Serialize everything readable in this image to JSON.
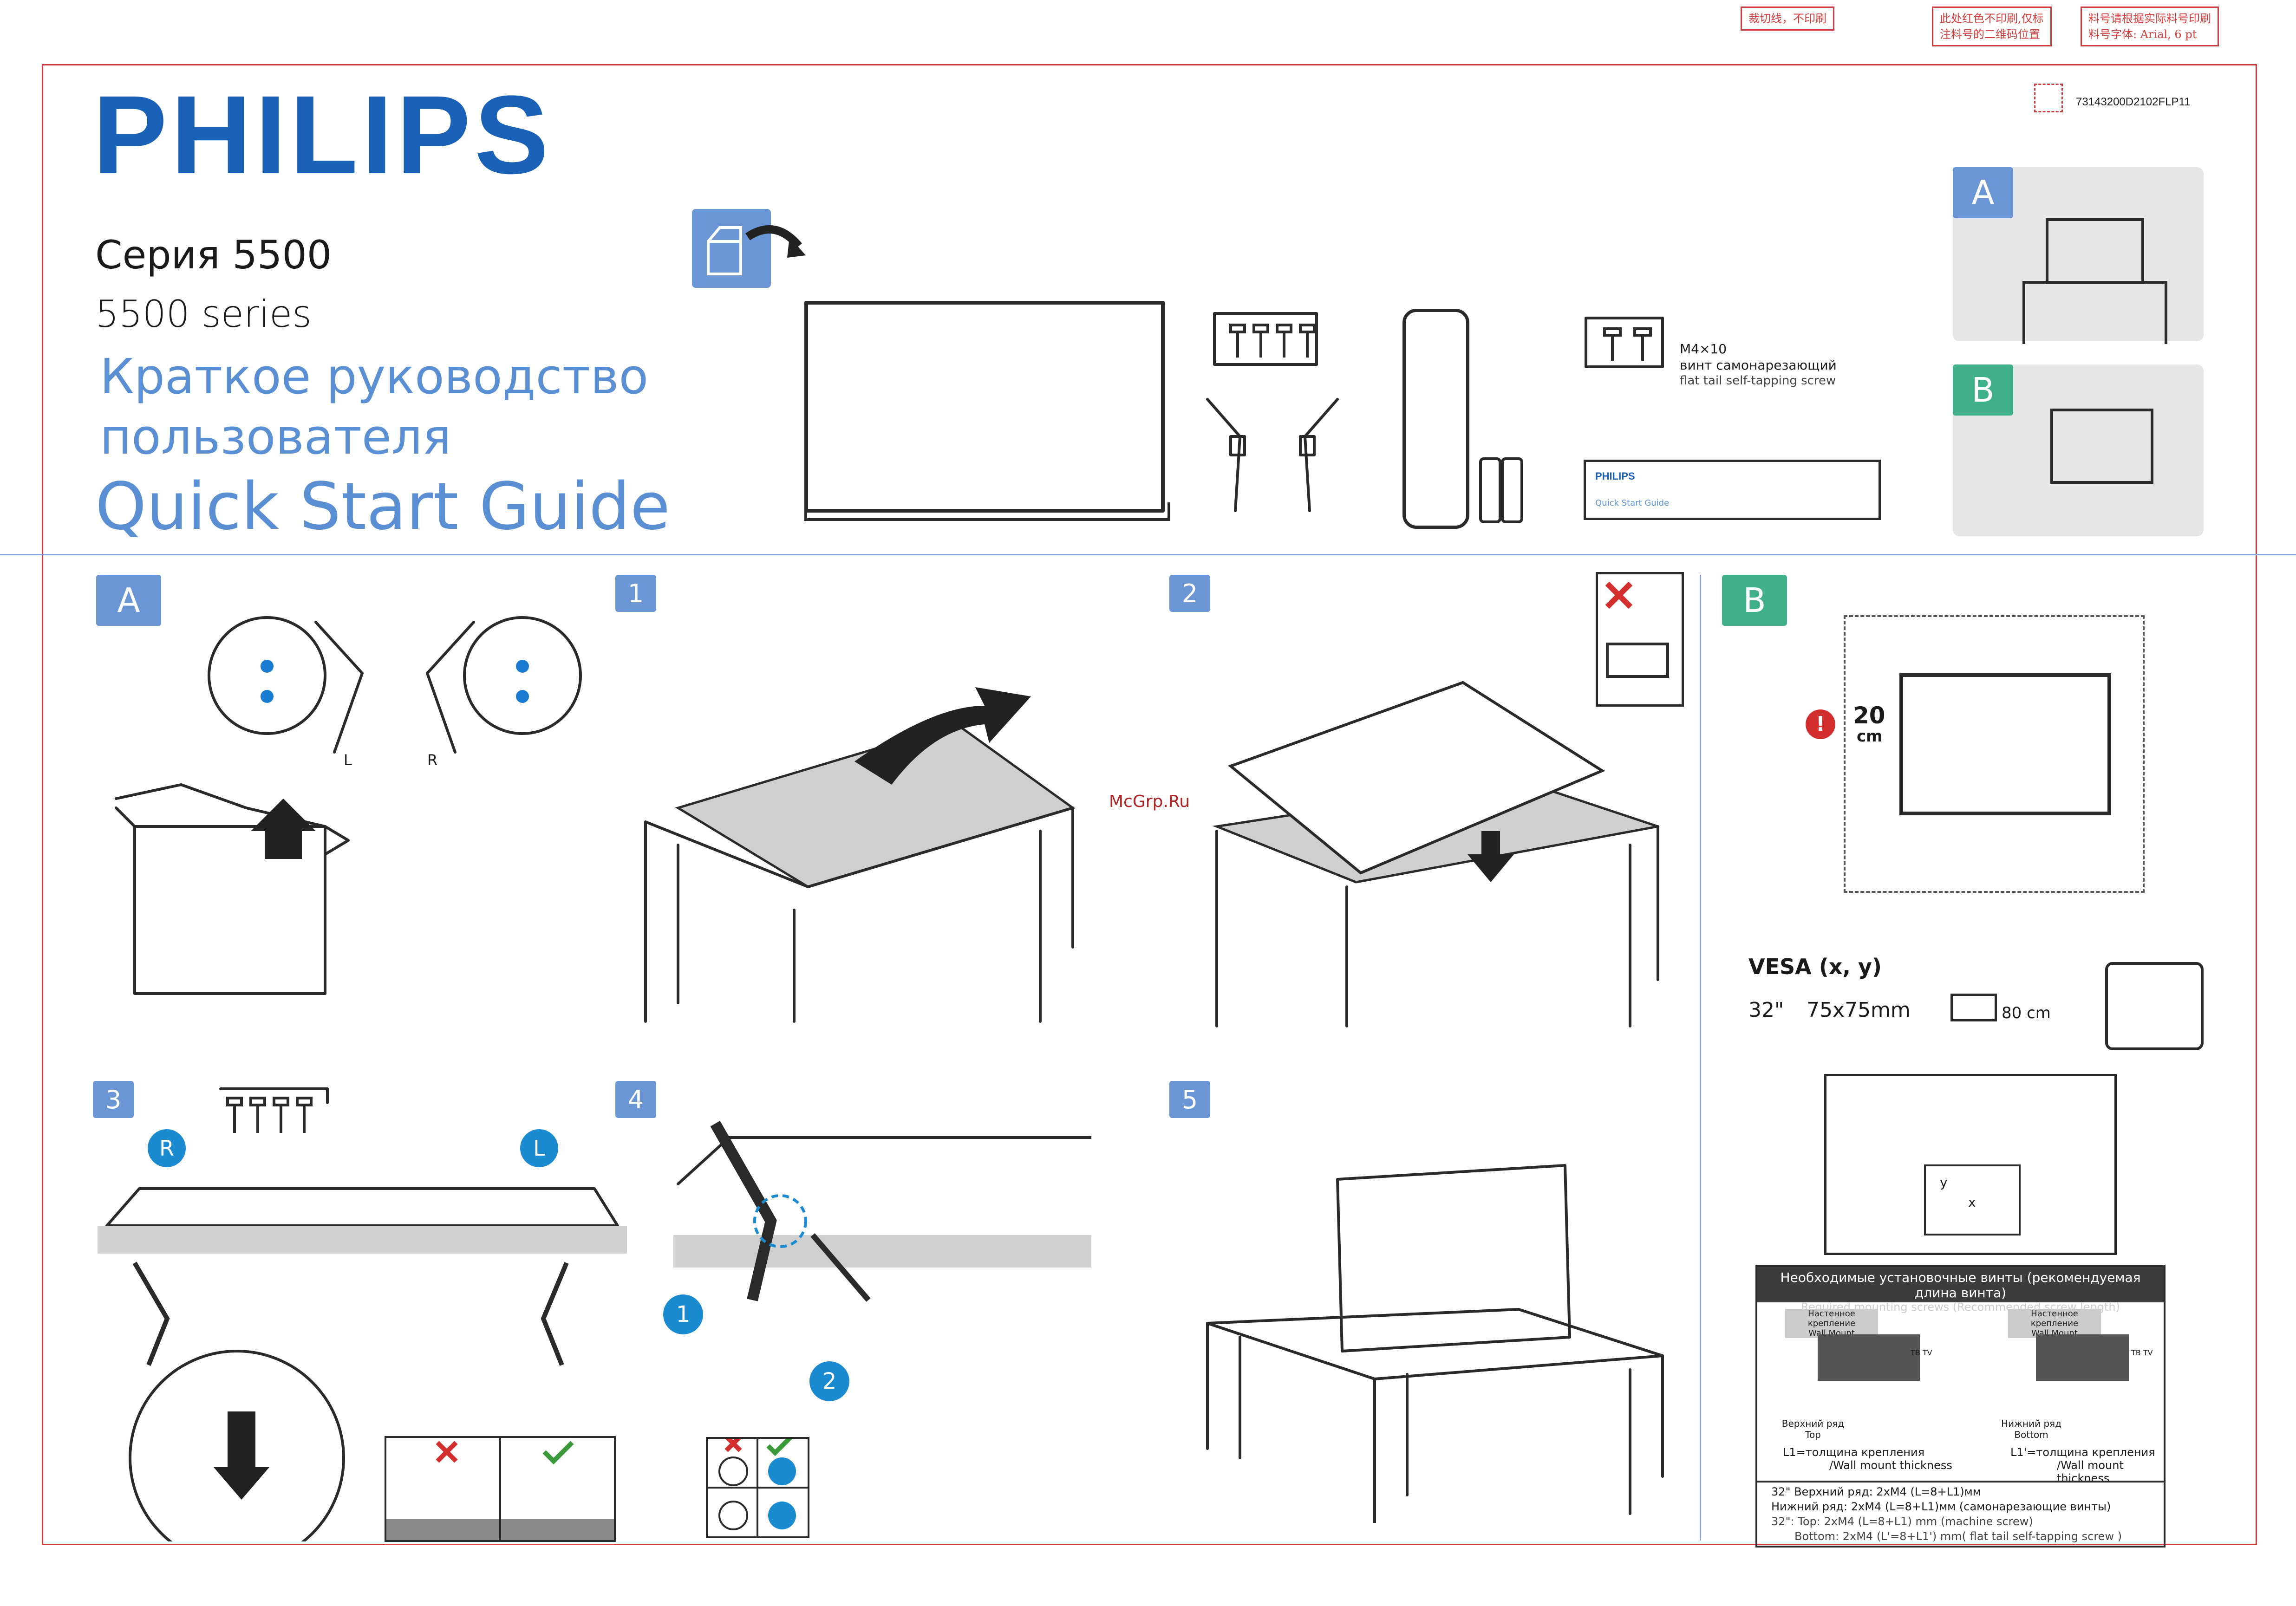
{
  "brand": "PHILIPS",
  "series_ru": "Серия 5500",
  "series_en": "5500 series",
  "title_ru_line1": "Краткое руководство",
  "title_ru_line2": "пользователя",
  "title_en": "Quick Start Guide",
  "print_notes": {
    "note1": "裁切线，不印刷",
    "note2_line1": "此处红色不印刷,仅标",
    "note2_line2": "注料号的二维码位置",
    "note3_line1": "料号请根据实际料号印刷",
    "note3_line2": "料号字体: Arial, 6 pt",
    "part_number": "73143200D2102FLP11"
  },
  "accessories": {
    "screw_spec": "M4×10",
    "screw_ru": "винт самонарезающий",
    "screw_en": "flat tail self-tapping screw",
    "booklet_brand": "PHILIPS",
    "booklet_title": "Quick Start Guide"
  },
  "steps": {
    "A": "A",
    "B": "B",
    "s1": "1",
    "s2": "2",
    "s3": "3",
    "s4": "4",
    "s5": "5",
    "leg_left": "L",
    "leg_right": "R",
    "sub1": "1",
    "sub2": "2"
  },
  "watermark": "McGrp.Ru",
  "wall": {
    "distance_value": "20",
    "distance_unit": "cm",
    "vesa_label": "VESA (x, y)",
    "vesa_size": "32\"",
    "vesa_value": "75x75mm",
    "depth": "80 cm",
    "axis_x": "x",
    "axis_y": "y"
  },
  "screw_table": {
    "header_ru": "Необходимые установочные винты (рекомендуемая длина винта)",
    "header_en": "Required mounting screws (Recommended screw length)",
    "wall_mount_ru": "Настенное крепление",
    "wall_mount_en": "Wall Mount",
    "tv_label": "ТВ TV",
    "top_ru": "Верхний ряд",
    "top_en": "Top",
    "bottom_ru": "Нижний ряд",
    "bottom_en": "Bottom",
    "l1_ru": "L1=толщина крепления",
    "l1_en": "/Wall mount thickness",
    "l1p_ru": "L1'=толщина крепления",
    "l1p_en": "/Wall mount thickness",
    "row1": "32\" Верхний ряд: 2xM4 (L=8+L1)мм",
    "row2": "Нижний ряд: 2xM4 (L=8+L1)мм (самонарезающие винты)",
    "row3": "32\": Top: 2xM4 (L=8+L1) mm (machine screw)",
    "row4": "Bottom: 2xM4 (L'=8+L1') mm( flat tail self-tapping screw )"
  }
}
